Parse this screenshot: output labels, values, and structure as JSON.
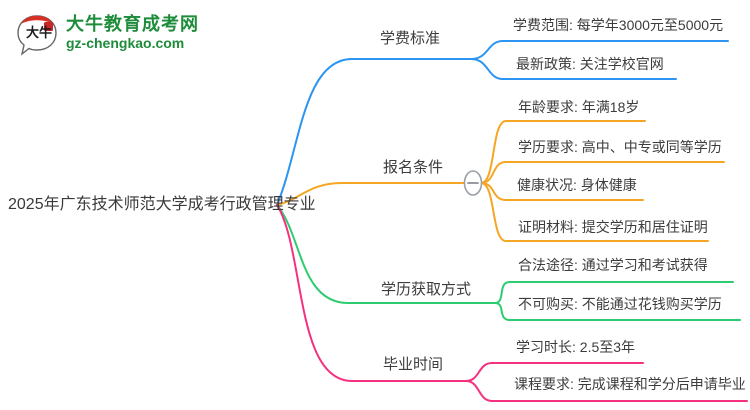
{
  "colors": {
    "blue": "#2e94f1",
    "orange": "#f5a623",
    "green": "#2ecc71",
    "pink": "#f5317f",
    "brand": "#1f8c3b",
    "text": "#3c3c3c",
    "collapse_gray": "#9aa0a6"
  },
  "icons": {
    "collapse": "minus-icon",
    "logo": "dainiu-speech-bubble"
  },
  "logo": {
    "icon_text": "大牛",
    "title": "大牛教育成考网",
    "domain": "gz-chengkao.com"
  },
  "mindmap": {
    "root": "2025年广东技术师范大学成考行政管理专业",
    "branches": [
      {
        "label": "学费标准",
        "color": "#2e94f1",
        "leaves": [
          "学费范围: 每学年3000元至5000元",
          "最新政策: 关注学校官网"
        ]
      },
      {
        "label": "报名条件",
        "color": "#f5a623",
        "collapse_state": "expanded",
        "leaves": [
          "年龄要求: 年满18岁",
          "学历要求: 高中、中专或同等学历",
          "健康状况: 身体健康",
          "证明材料: 提交学历和居住证明"
        ]
      },
      {
        "label": "学历获取方式",
        "color": "#2ecc71",
        "leaves": [
          "合法途径: 通过学习和考试获得",
          "不可购买: 不能通过花钱购买学历"
        ]
      },
      {
        "label": "毕业时间",
        "color": "#f5317f",
        "leaves": [
          "学习时长: 2.5至3年",
          "课程要求: 完成课程和学分后申请毕业"
        ]
      }
    ]
  }
}
